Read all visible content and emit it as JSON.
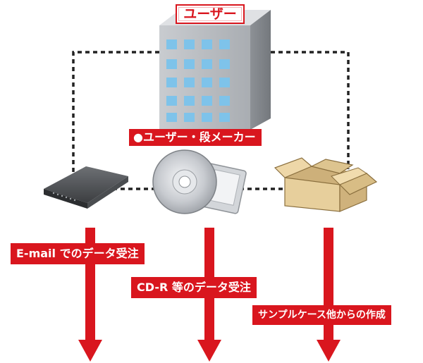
{
  "labels": {
    "top_user": "ユーザー",
    "maker": "●ユーザー・段メーカー",
    "email_flow": "E-mail でのデータ受注",
    "cdr_flow": "CD-R 等のデータ受注",
    "sample_flow": "サンプルケース他からの作成"
  },
  "colors": {
    "accent_red": "#d9161e",
    "connector": "#222222",
    "building": "#a9adb2",
    "window": "#7ec3ea",
    "box": "#e7cf9c"
  },
  "icons": [
    "building-icon",
    "router-icon",
    "cd-disc-icon",
    "cardboard-box-icon",
    "down-arrow-icon"
  ]
}
